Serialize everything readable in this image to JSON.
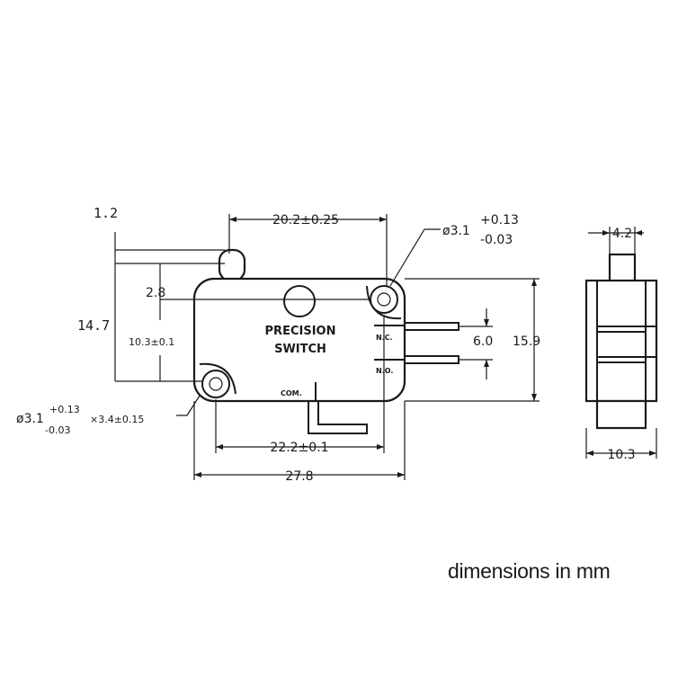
{
  "switch_label": {
    "line1": "PRECISION",
    "line2": "SWITCH"
  },
  "terminals": {
    "nc": "N.C.",
    "no": "N.O.",
    "com": "COM."
  },
  "dimensions": {
    "actuator_height": "1.2",
    "hole_pitch_top": "20.2±0.25",
    "hole_dia_right_base": "ø3.1",
    "hole_dia_right_plus": "+0.13",
    "hole_dia_right_minus": "-0.03",
    "actuator_to_hole": "2.8",
    "overall_height_left": "14.7",
    "hole_spacing_vertical": "10.3±0.1",
    "terminal_pitch": "6.0",
    "body_height": "15.9",
    "hole_dia_left_base": "ø3.1",
    "hole_dia_left_plus": "+0.13",
    "hole_dia_left_minus": "-0.03",
    "hole_dia_left_suffix": "×3.4±0.15",
    "hole_pitch_bottom": "22.2±0.1",
    "body_length": "27.8",
    "side_actuator_width": "4.2",
    "side_width": "10.3"
  },
  "footer_note": "dimensions in mm"
}
